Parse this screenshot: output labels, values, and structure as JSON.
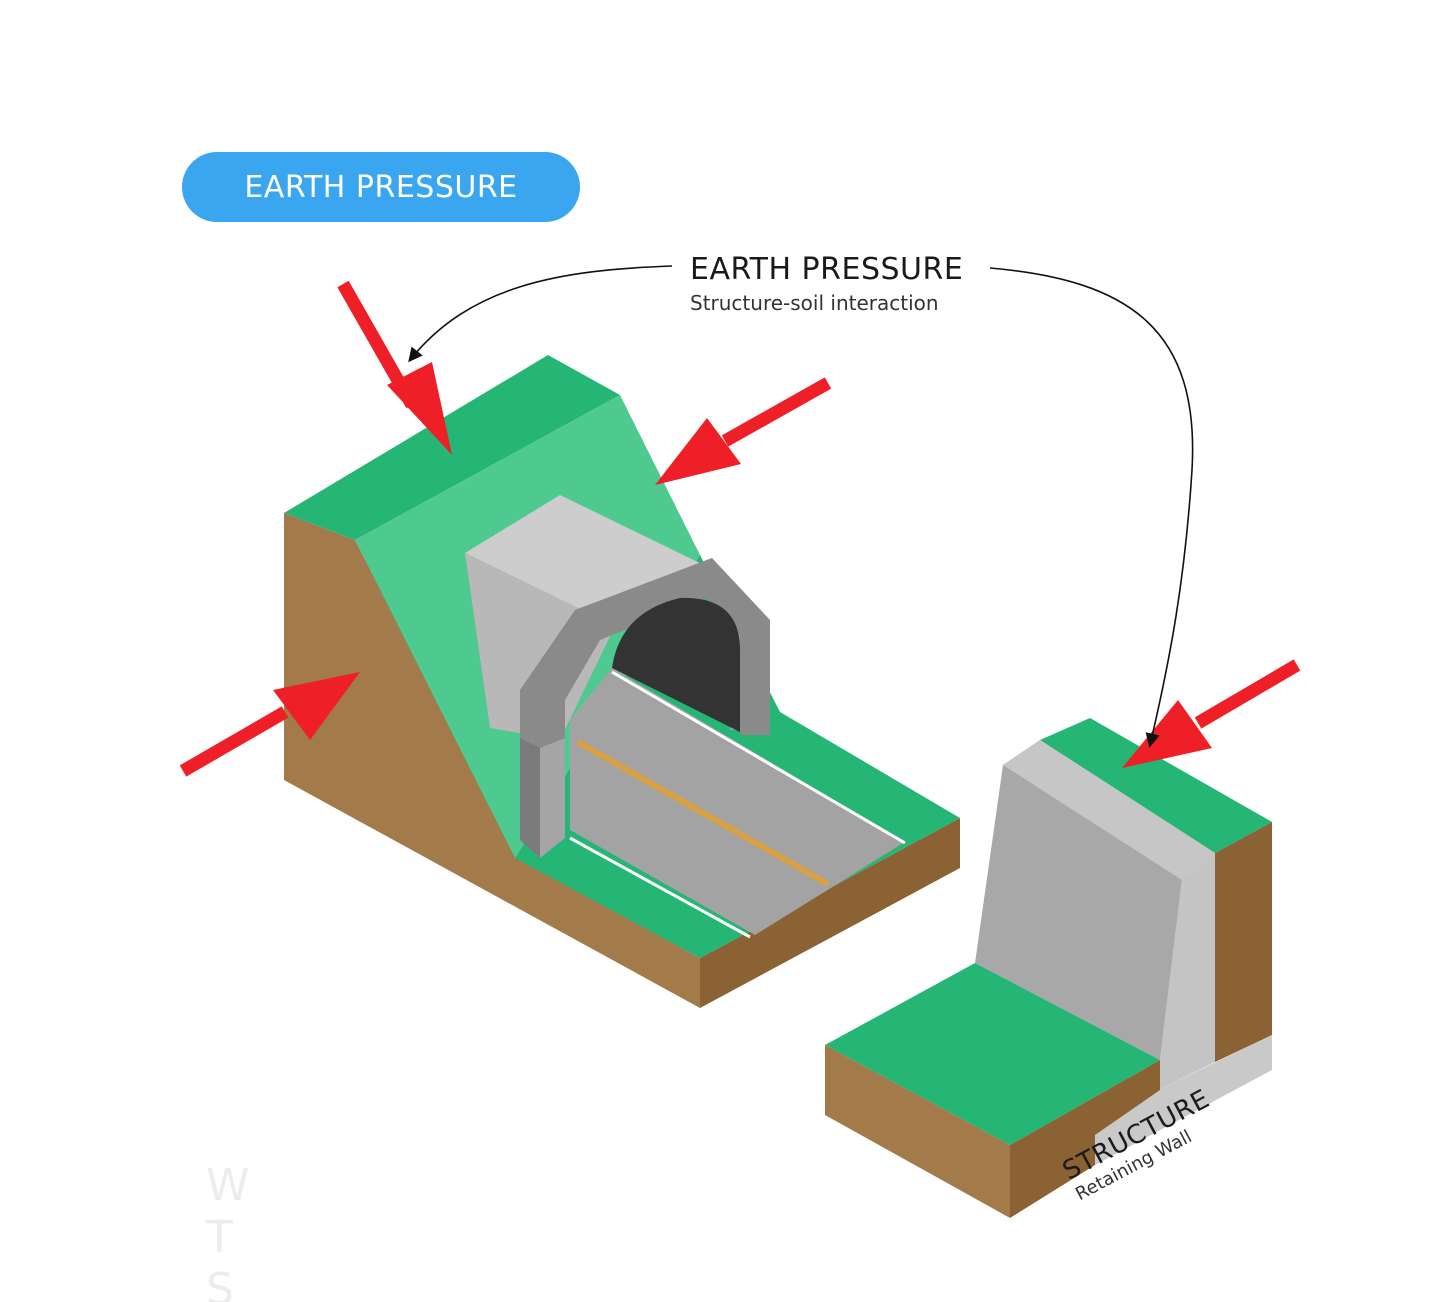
{
  "header": {
    "pill_label": "EARTH PRESSURE"
  },
  "callout": {
    "title": "EARTH PRESSURE",
    "subtitle": "Structure-soil interaction"
  },
  "structure_label": {
    "title": "STRUCTURE",
    "subtitle": "Retaining Wall"
  },
  "watermark": {
    "line1": "W T",
    "line2": "S"
  },
  "colors": {
    "grass": "#25b574",
    "grass_light": "#4ec98f",
    "soil": "#a37a4a",
    "soil_dark": "#8a6233",
    "concrete_light": "#cdcdcd",
    "concrete_mid": "#a8a8a8",
    "concrete_dark": "#8a8a8a",
    "road": "#a3a3a3",
    "tunnel_interior": "#333333",
    "road_center_line": "#d9a044",
    "arrow": "#ee1f26",
    "pill": "#3aa6ef"
  }
}
